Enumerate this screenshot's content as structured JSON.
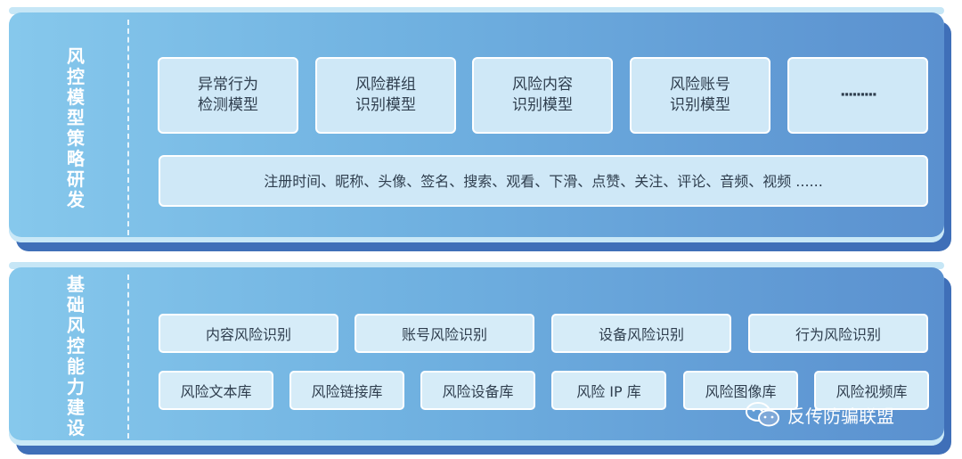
{
  "top_section": {
    "side_title_chars": [
      "风",
      "控",
      "模",
      "型",
      "策",
      "略",
      "研",
      "发"
    ],
    "models": [
      {
        "line1": "异常行为",
        "line2": "检测模型"
      },
      {
        "line1": "风险群组",
        "line2": "识别模型"
      },
      {
        "line1": "风险内容",
        "line2": "识别模型"
      },
      {
        "line1": "风险账号",
        "line2": "识别模型"
      },
      {
        "line1": "·········",
        "line2": ""
      }
    ],
    "features_text": "注册时间、昵称、头像、签名、搜索、观看、下滑、点赞、关注、评论、音频、视频 ......"
  },
  "bottom_section": {
    "side_title_chars": [
      "基",
      "础",
      "风",
      "控",
      "能",
      "力",
      "建",
      "设"
    ],
    "row1": [
      "内容风险识别",
      "账号风险识别",
      "设备风险识别",
      "行为风险识别"
    ],
    "row2": [
      "风险文本库",
      "风险链接库",
      "风险设备库",
      "风险 IP 库",
      "风险图像库",
      "风险视频库"
    ]
  },
  "watermark": {
    "text": "反传防骗联盟",
    "icon": "wechat-icon"
  },
  "colors": {
    "panel_left": "#86c8ec",
    "panel_right": "#5a90cf",
    "panel_shadow": "#3f6fb8",
    "box_fill": "#cfe8f7",
    "text_dark": "#2f3e4e"
  }
}
